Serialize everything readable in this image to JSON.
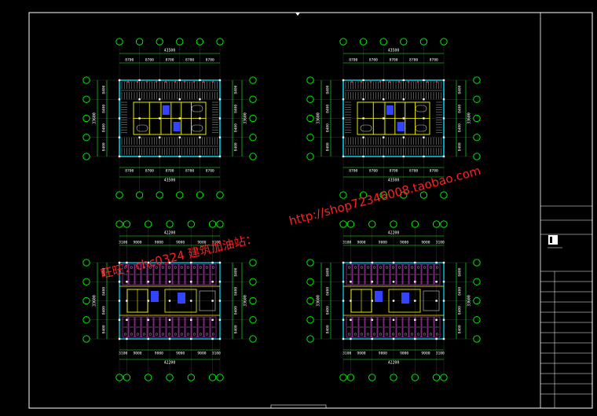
{
  "colors": {
    "background": "#000000",
    "frame": "#ffffff",
    "grid_bubble": "#00ff00",
    "dimension": "#22ff22",
    "wall": "#ffff00",
    "outline": "#00e5ff",
    "fixture": "#ff44ff",
    "furniture": "#d0d0d0",
    "accent_red": "#ff2020",
    "accent_blue": "#3344ff",
    "watermark": "#ff2020"
  },
  "plans": [
    {
      "id": "plan-top-left",
      "kind": "parking",
      "top_labels": [
        "8700",
        "8700",
        "8700",
        "8700",
        "8700"
      ],
      "top_total": "43500",
      "bottom_labels": [
        "8700",
        "8700",
        "8700",
        "8700",
        "8700"
      ],
      "bottom_total": "43500",
      "left_labels": [
        "8400",
        "8400",
        "8400",
        "8400"
      ],
      "left_total": "33600",
      "right_labels": [
        "8400",
        "8400",
        "8400",
        "8400"
      ],
      "right_total": "33600"
    },
    {
      "id": "plan-top-right",
      "kind": "parking",
      "top_labels": [
        "8700",
        "8700",
        "8700",
        "8700",
        "8700"
      ],
      "top_total": "43500",
      "bottom_labels": [
        "8700",
        "8700",
        "8700",
        "8700",
        "8700"
      ],
      "bottom_total": "43500",
      "left_labels": [
        "8400",
        "8400",
        "8400",
        "8400"
      ],
      "left_total": "33600",
      "right_labels": [
        "8400",
        "8400",
        "8400",
        "8400"
      ],
      "right_total": "33600"
    },
    {
      "id": "plan-bottom-left",
      "kind": "rooms",
      "top_labels": [
        "3100",
        "9000",
        "9000",
        "9000",
        "9000",
        "3100"
      ],
      "top_total": "42200",
      "bottom_labels": [
        "3100",
        "9000",
        "9000",
        "9000",
        "9000",
        "3100"
      ],
      "bottom_total": "42200",
      "left_labels": [
        "8400",
        "8400",
        "8400",
        "8400"
      ],
      "left_total": "33600",
      "right_labels": [
        "8400",
        "8400",
        "8400",
        "8400"
      ],
      "right_total": "33600"
    },
    {
      "id": "plan-bottom-right",
      "kind": "rooms",
      "top_labels": [
        "3100",
        "9000",
        "9000",
        "9000",
        "9000",
        "3100"
      ],
      "top_total": "42200",
      "bottom_labels": [
        "3100",
        "9000",
        "9000",
        "9000",
        "9000",
        "3100"
      ],
      "bottom_total": "42200",
      "left_labels": [
        "8400",
        "8400",
        "8400",
        "8400"
      ],
      "left_total": "33600",
      "right_labels": [
        "8400",
        "8400",
        "8400",
        "8400"
      ],
      "right_total": "33600"
    }
  ],
  "watermarks": {
    "line1": "旺旺：chc0324  建筑加油站：",
    "line2": "http://shop72346008.taobao.com"
  }
}
